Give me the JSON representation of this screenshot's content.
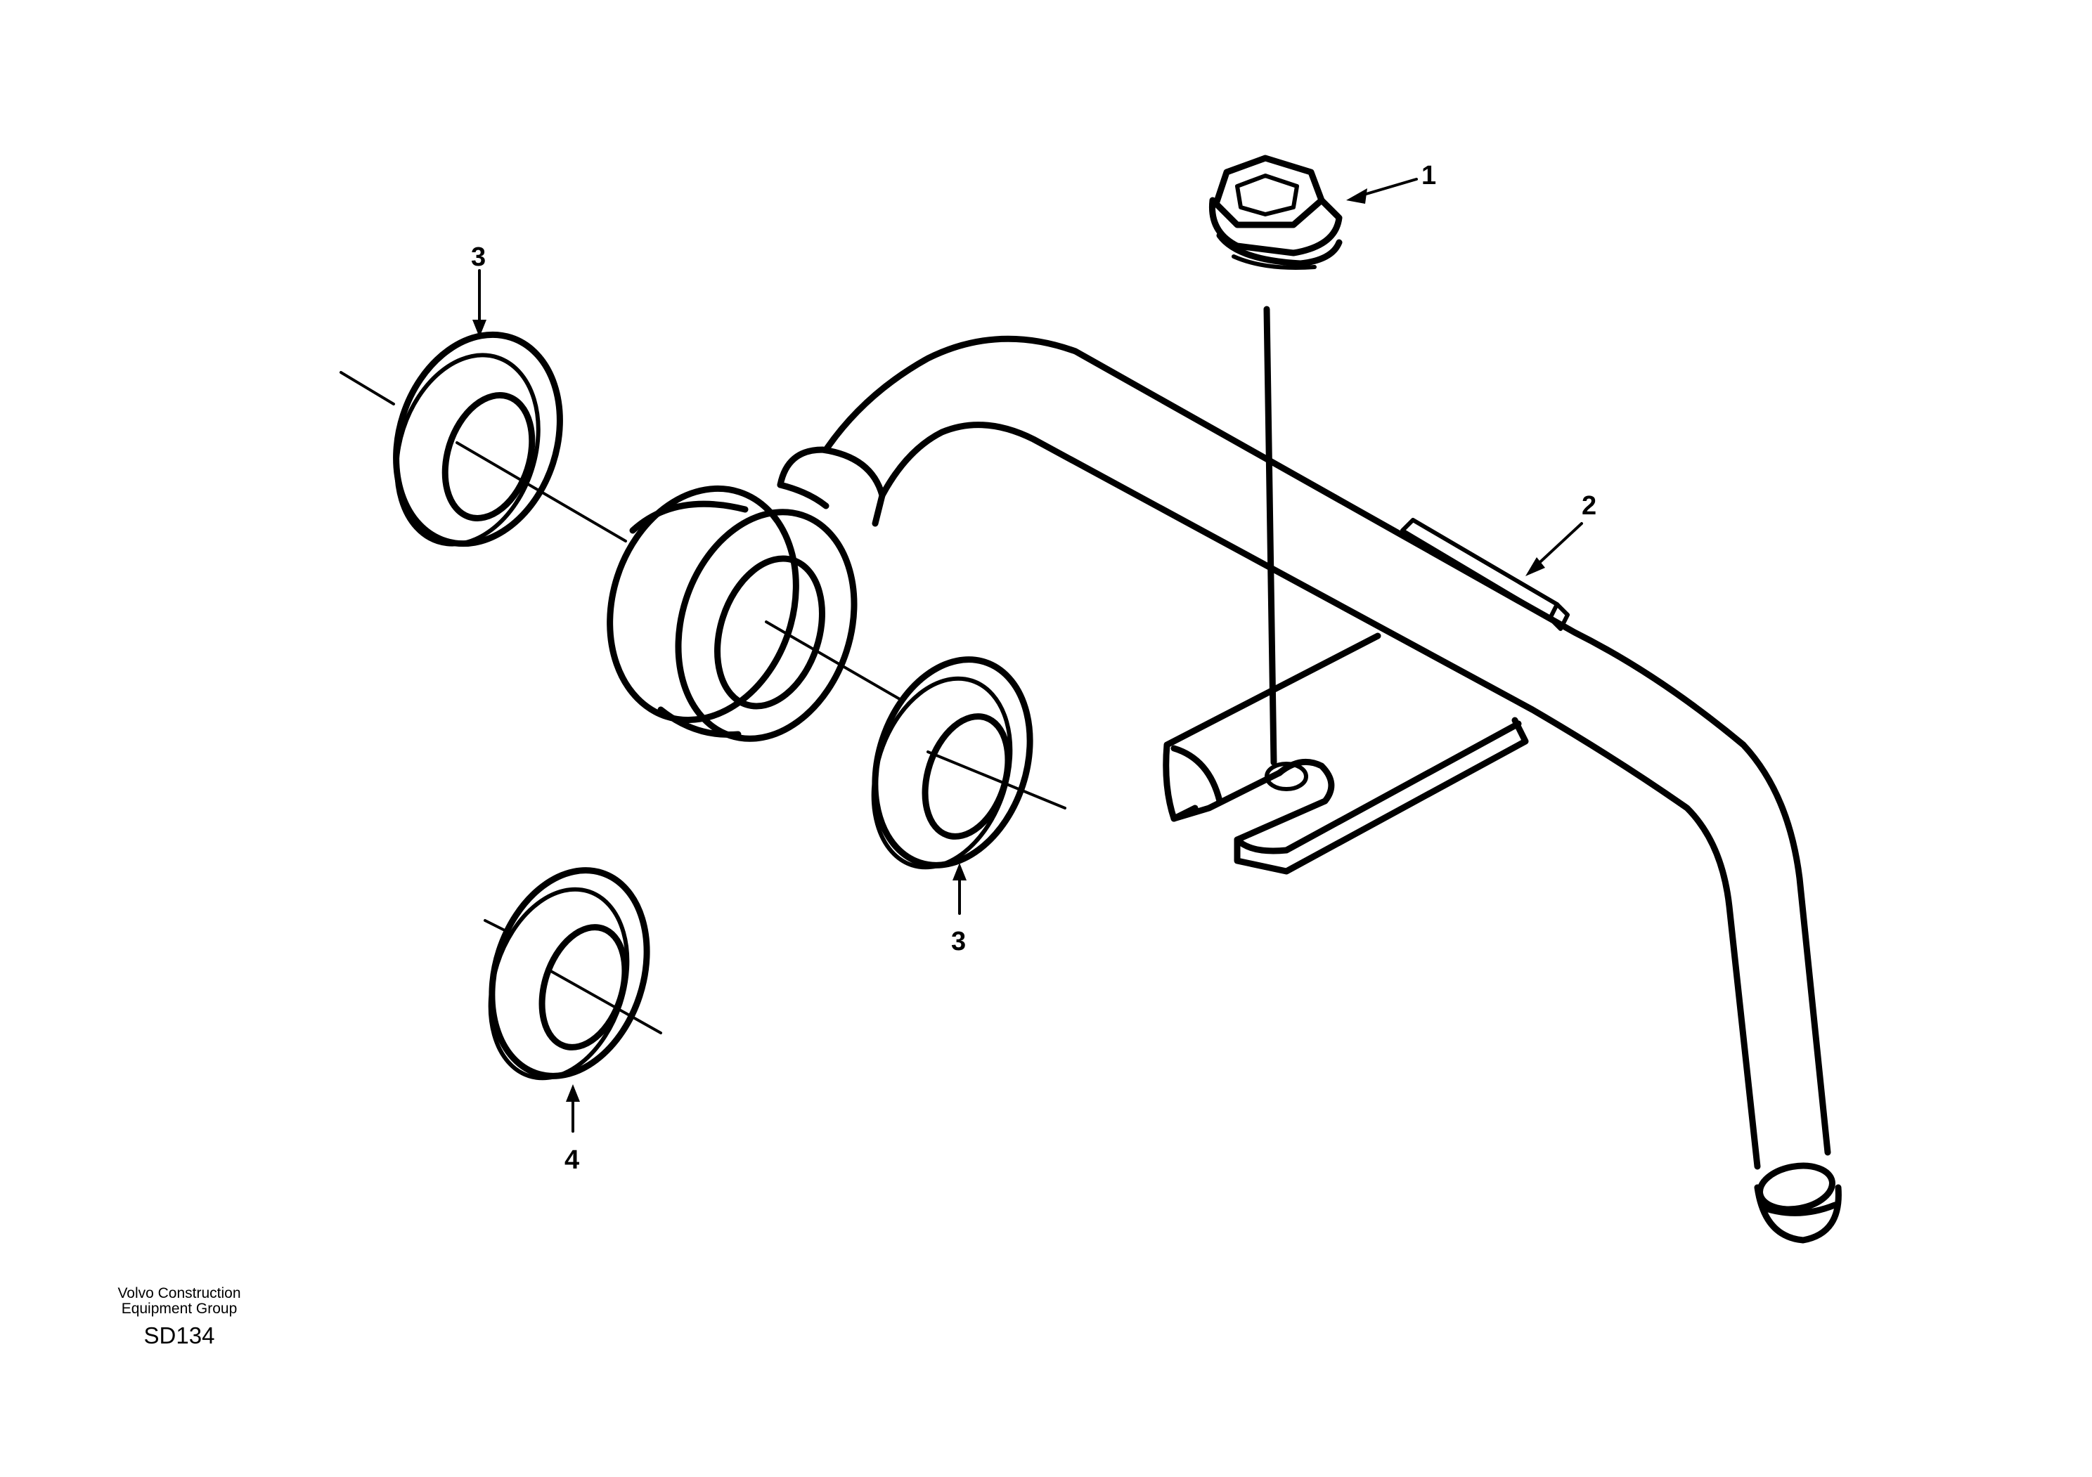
{
  "callouts": {
    "c1": "1",
    "c2": "2",
    "c3a": "3",
    "c3b": "3",
    "c4": "4"
  },
  "footer": {
    "line1": "Volvo Construction",
    "line2": "Equipment Group",
    "code": "SD134"
  }
}
